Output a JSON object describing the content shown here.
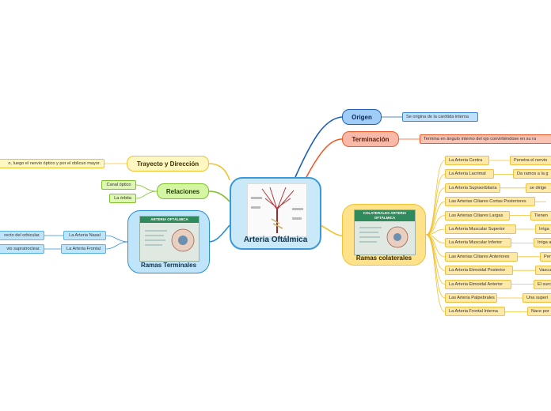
{
  "central": {
    "title": "Arteria Oftálmica"
  },
  "origen": {
    "title": "Origen",
    "details": [
      "Se origina de la carótida interna"
    ]
  },
  "terminacion": {
    "title": "Terminación",
    "details": [
      "Termina en ángulo interno del ojo convirtiéndose en su ra"
    ]
  },
  "trayecto": {
    "title": "Trayecto y Dirección",
    "details": [
      "o, luego el nervio óptico y por el oblicuo mayor."
    ]
  },
  "relaciones": {
    "title": "Relaciones",
    "items": [
      "Canal óptico",
      "La órbita"
    ]
  },
  "terminales": {
    "title": "Ramas Terminales",
    "image_heading": "ARTERIA OFTÁLMICA",
    "branches": [
      {
        "name": "La Arteria Nasal",
        "detail": "recto del orbicular."
      },
      {
        "name": "La Arteria Frontal",
        "detail": "vio supratroclear."
      }
    ]
  },
  "colaterales": {
    "title": "Ramas colaterales",
    "image_heading": "COLATERALES ARTERIA OFTÁLMICA",
    "branches": [
      {
        "name": "La Arteria Centra",
        "detail": "Penetra el nervio"
      },
      {
        "name": "La Arteria Lacrimal",
        "detail": "Da ramos a la g"
      },
      {
        "name": "La Arteria Supraorbitaria",
        "detail": "se dirige"
      },
      {
        "name": "Las Arterias Ciliares Cortas Posteriores",
        "detail": ""
      },
      {
        "name": "Las Arterias Ciliares Largas",
        "detail": "Tienen"
      },
      {
        "name": "La Arteria Muscular Superior",
        "detail": "Irriga"
      },
      {
        "name": "La Arteria Muscular Inferior",
        "detail": "Irriga a"
      },
      {
        "name": "Las Arterias Ciliares Anteriores",
        "detail": "Pen"
      },
      {
        "name": "La Arteria Etmoidal Posterior",
        "detail": "Vascu"
      },
      {
        "name": "La Arteria Etmoidal Anterior",
        "detail": "El surc"
      },
      {
        "name": "Las Arteria Palpebrales",
        "detail": "Una superi"
      },
      {
        "name": "La Arteria Frontal Interna",
        "detail": "Nace por"
      }
    ]
  },
  "colors": {
    "blue_branch": "#1f5fb8",
    "orange_branch": "#f05a28",
    "yellow_branch": "#f2c12e",
    "green_branch": "#7fbf2a",
    "cyan_branch": "#2b8fd6"
  }
}
